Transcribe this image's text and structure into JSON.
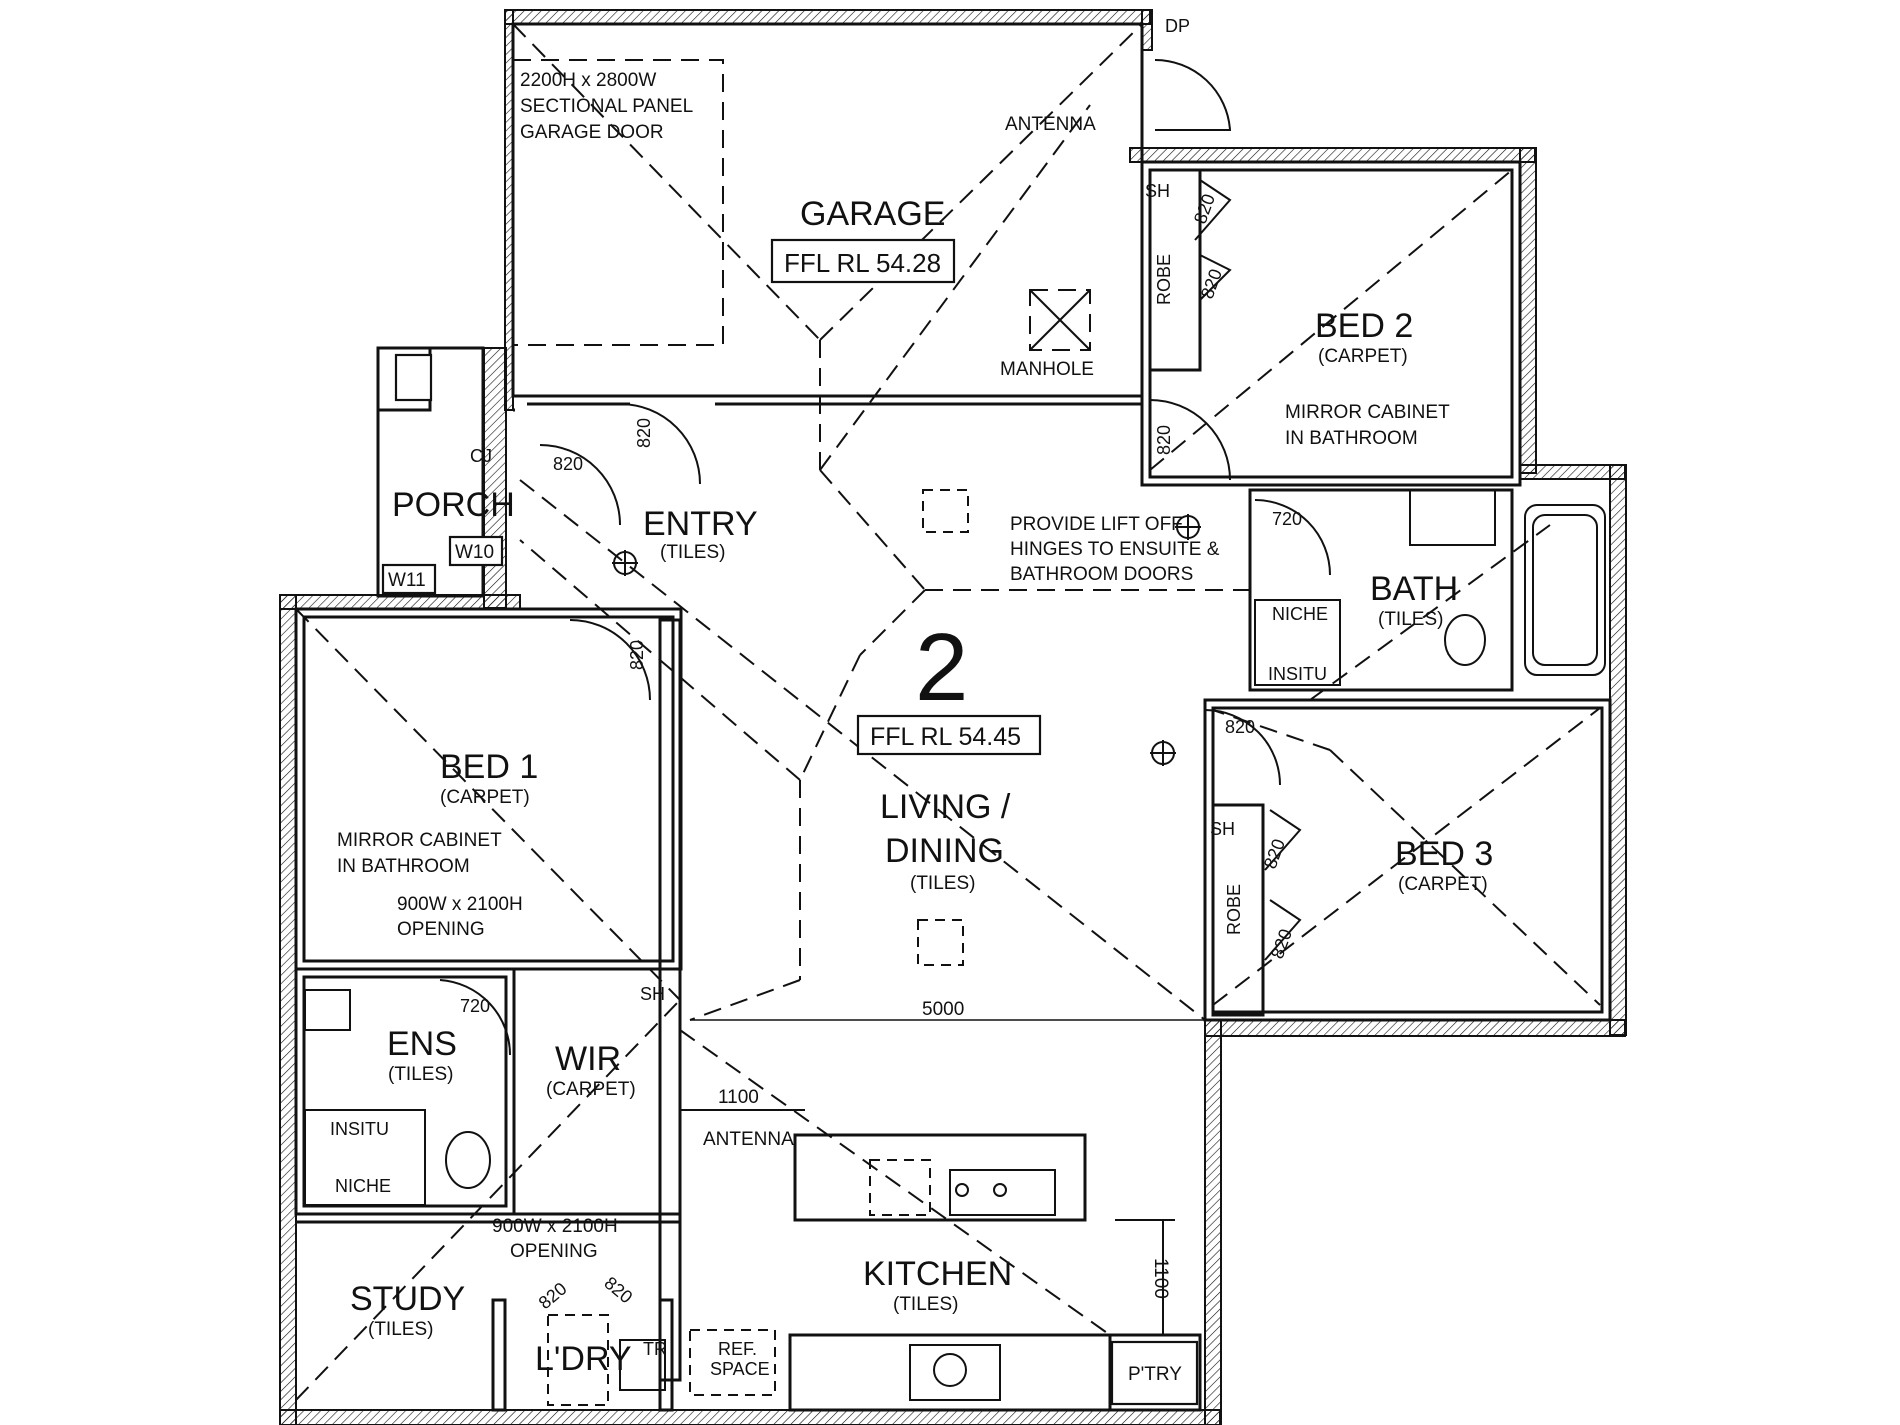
{
  "rooms": {
    "garage": {
      "name": "GARAGE",
      "ffl": "FFL RL 54.28"
    },
    "garage_door_note": [
      "2200H x 2800W",
      "SECTIONAL PANEL",
      "GARAGE DOOR"
    ],
    "antenna_top": "ANTENNA",
    "manhole": "MANHOLE",
    "dp": "DP",
    "bed2": {
      "name": "BED 2",
      "finish": "(CARPET)"
    },
    "bed2_note": [
      "MIRROR CABINET",
      "IN BATHROOM"
    ],
    "robe": "ROBE",
    "sh": "SH",
    "porch": "PORCH",
    "cj": "CJ",
    "w10": "W10",
    "w11": "W11",
    "entry": {
      "name": "ENTRY",
      "finish": "(TILES)"
    },
    "lift_note": [
      "PROVIDE LIFT OFF",
      "HINGES TO ENSUITE &",
      "BATHROOM DOORS"
    ],
    "bath": {
      "name": "BATH",
      "finish": "(TILES)"
    },
    "niche": "NICHE",
    "insitu": "INSITU",
    "level_number": "2",
    "main_ffl": "FFL RL 54.45",
    "living": {
      "line1": "LIVING /",
      "line2": "DINING",
      "finish": "(TILES)"
    },
    "bed1": {
      "name": "BED 1",
      "finish": "(CARPET)"
    },
    "bed1_note": [
      "MIRROR CABINET",
      "IN BATHROOM"
    ],
    "opening_note": [
      "900W x 2100H",
      "OPENING"
    ],
    "opening_note2": [
      "900W x 2100H",
      "OPENING"
    ],
    "bed3": {
      "name": "BED 3",
      "finish": "(CARPET)"
    },
    "ens": {
      "name": "ENS",
      "finish": "(TILES)"
    },
    "wir": {
      "name": "WIR",
      "finish": "(CARPET)"
    },
    "dim_5000": "5000",
    "dim_1100a": "1100",
    "dim_1100b": "1100",
    "antenna_bottom": "ANTENNA",
    "kitchen": {
      "name": "KITCHEN",
      "finish": "(TILES)"
    },
    "study": {
      "name": "STUDY",
      "finish": "(TILES)"
    },
    "ldry": "L'DRY",
    "tr": "TR",
    "ref_space": [
      "REF.",
      "SPACE"
    ],
    "ptry": "P'TRY",
    "doors": {
      "d820": "820",
      "d720": "720"
    }
  }
}
